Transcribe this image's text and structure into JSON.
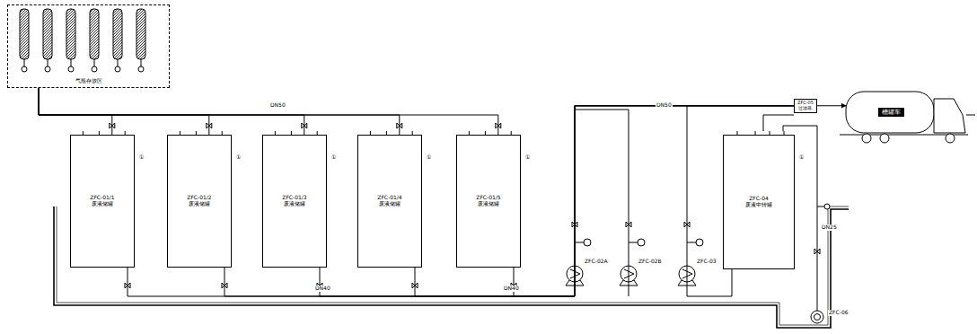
{
  "diagram": {
    "nodes": [
      {
        "text": [
          "气瓶存放区"
        ]
      },
      {
        "text": [
          "ZFC-01/1",
          "废液储罐"
        ]
      },
      {
        "text": [
          "ZFC-01/2",
          "废液储罐"
        ]
      },
      {
        "text": [
          "ZFC-01/3",
          "废液储罐"
        ]
      },
      {
        "text": [
          "ZFC-01/4",
          "废液储罐"
        ]
      },
      {
        "text": [
          "ZFC-01/5",
          "废液储罐"
        ]
      },
      {
        "text": [
          "ZFC-04",
          "废液中转罐"
        ]
      },
      {
        "text": [
          "ZFC-05",
          "过滤器"
        ]
      },
      {
        "text": [
          "槽罐车"
        ]
      }
    ],
    "edges": [
      {
        "from": 0,
        "to": 1,
        "arrow": "none"
      },
      {
        "from": 0,
        "to": 2,
        "arrow": "none"
      },
      {
        "from": 0,
        "to": 3,
        "arrow": "none"
      },
      {
        "from": 0,
        "to": 4,
        "arrow": "none"
      },
      {
        "from": 0,
        "to": 5,
        "arrow": "none"
      },
      {
        "from": 1,
        "to": 7,
        "arrow": "none"
      },
      {
        "from": 2,
        "to": 7,
        "arrow": "none"
      },
      {
        "from": 3,
        "to": 7,
        "arrow": "none"
      },
      {
        "from": 4,
        "to": 7,
        "arrow": "none"
      },
      {
        "from": 5,
        "to": 7,
        "arrow": "none"
      },
      {
        "from": 6,
        "to": 7,
        "arrow": "none"
      },
      {
        "from": 7,
        "to": 8,
        "arrow": "to"
      }
    ],
    "labels": [
      "①",
      "①",
      "①",
      "①",
      "①",
      "①",
      "ZFC-02A",
      "ZFC-02B",
      "ZFC-03",
      "ZFC-06",
      "DN50",
      "DN50",
      "DN40",
      "DN40",
      "DN25"
    ]
  }
}
